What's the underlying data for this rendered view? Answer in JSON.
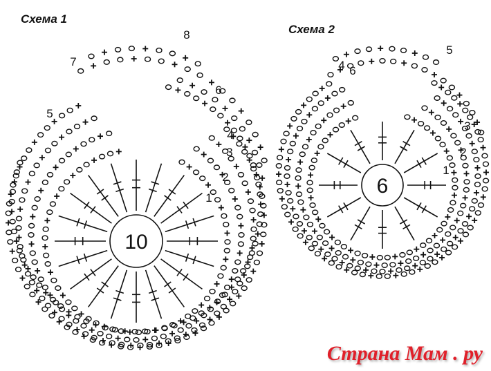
{
  "scheme1": {
    "title": "Схема 1",
    "center_label": "10",
    "row_labels": [
      "1",
      "2",
      "3",
      "4",
      "5",
      "6",
      "7",
      "8"
    ],
    "spokes": 20
  },
  "scheme2": {
    "title": "Схема 2",
    "center_label": "6",
    "row_labels": [
      "1",
      "2",
      "3",
      "4",
      "5",
      "6"
    ],
    "spokes": 12
  },
  "watermark": "Страна Мам . ру",
  "colors": {
    "ink": "#111111",
    "watermark": "#e0202a"
  }
}
